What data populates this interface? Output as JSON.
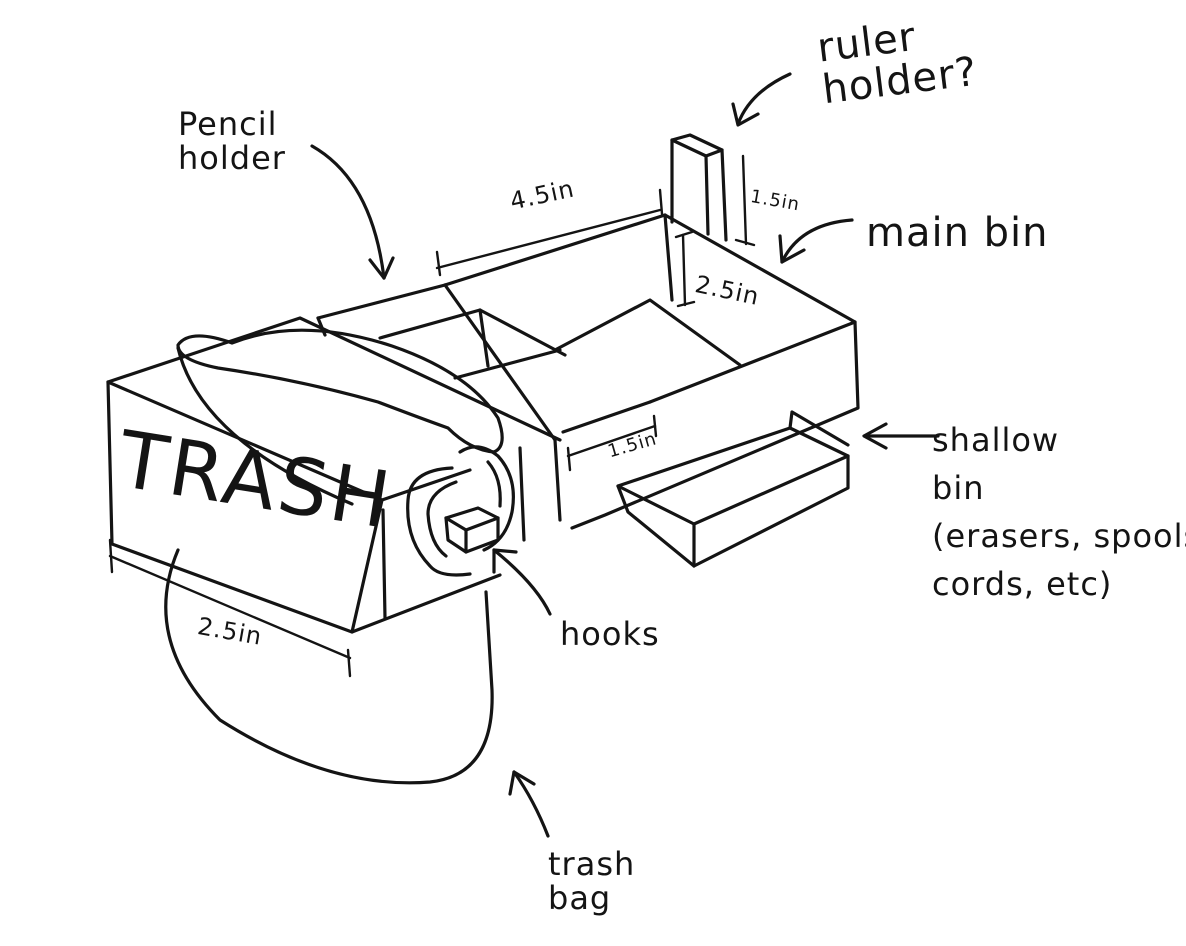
{
  "labels": {
    "ruler_holder": "ruler\nholder?",
    "pencil_holder": "Pencil\nholder",
    "main_bin": "main bin",
    "shallow_bin": "shallow\nbin\n(erasers, spools,\ncords, etc)",
    "hooks": "hooks",
    "trash_bag": "trash\nbag",
    "trash_word": "TRASH"
  },
  "dimensions": {
    "pencil_holder_length": "4.5in",
    "ruler_holder_height": "1.5in",
    "main_bin_depth": "2.5in",
    "shallow_bin_width": "1.5in",
    "trash_width": "2.5in"
  },
  "colors": {
    "ink": "#141414",
    "paper": "#ffffff"
  }
}
